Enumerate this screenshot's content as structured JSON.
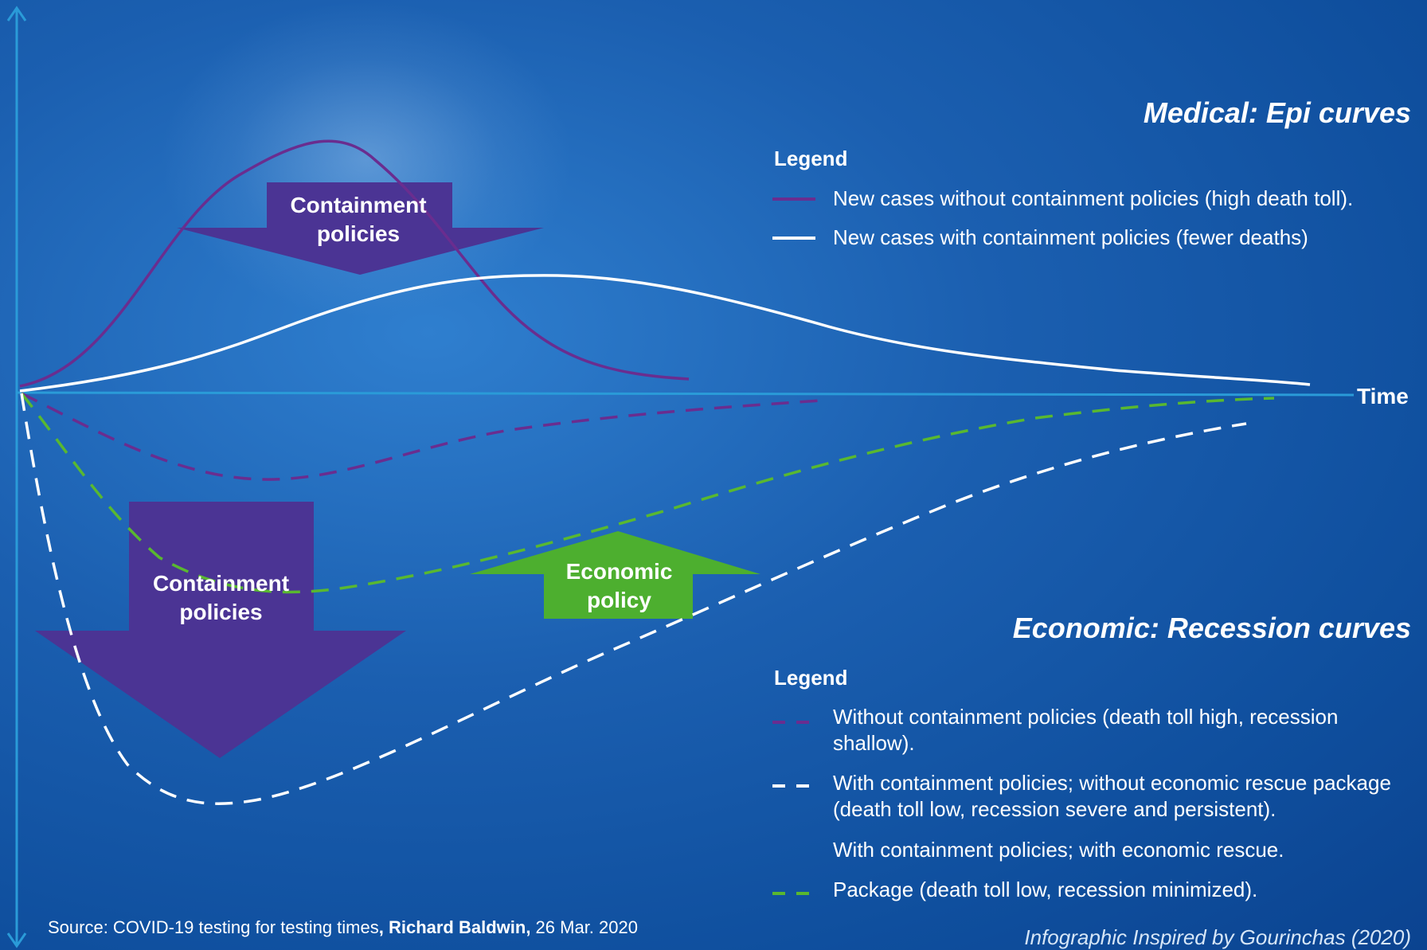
{
  "colors": {
    "purple": "#6a2d8f",
    "white": "#ffffff",
    "green": "#59b830",
    "arrow_purple": "#4b3494",
    "arrow_green": "#4daf2f",
    "axis": "#2a9bd8"
  },
  "axis": {
    "x_label": "Time"
  },
  "medical": {
    "heading": "Medical: Epi curves",
    "legend_title": "Legend",
    "items": [
      {
        "label": "New cases without containment policies (high death toll).",
        "style": "solid",
        "color": "purple"
      },
      {
        "label": "New cases with containment policies (fewer deaths)",
        "style": "solid",
        "color": "white"
      }
    ]
  },
  "economic": {
    "heading": "Economic: Recession curves",
    "legend_title": "Legend",
    "items": [
      {
        "label": "Without containment policies (death toll high, recession shallow).",
        "style": "dashed",
        "color": "purple"
      },
      {
        "label": "With containment policies; without economic rescue package (death toll low, recession severe and persistent).",
        "style": "dashed",
        "color": "white"
      },
      {
        "label": "With containment policies; with economic rescue.",
        "style": "none",
        "color": ""
      },
      {
        "label": "Package (death toll low, recession minimized).",
        "style": "dashed",
        "color": "green"
      }
    ]
  },
  "arrows": {
    "top_containment": "Containment policies",
    "bottom_containment": "Containment policies",
    "economic": "Economic policy"
  },
  "footer": {
    "source_prefix": "Source: COVID-19 testing for testing times",
    "source_author": ", Richard Baldwin,",
    "source_date": " 26 Mar. 2020",
    "credit": "Infographic Inspired by Gourinchas (2020)"
  }
}
